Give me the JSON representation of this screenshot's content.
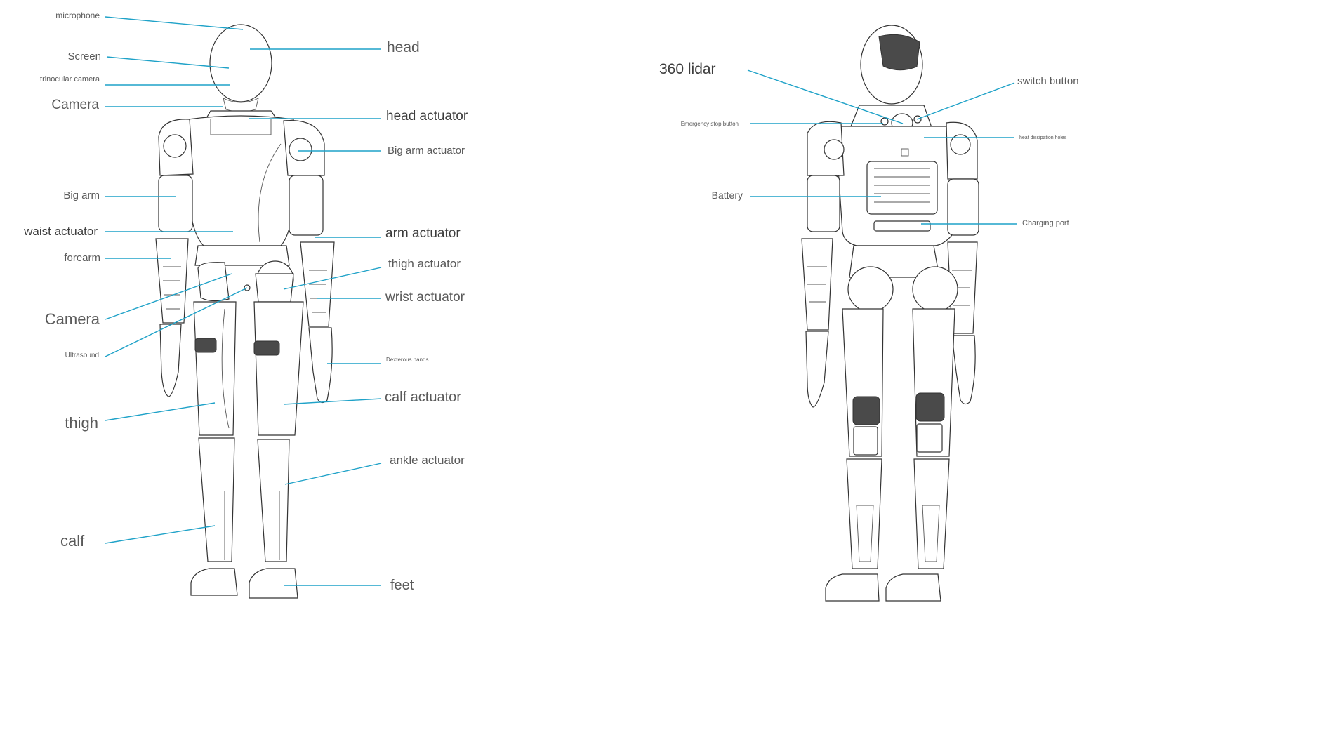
{
  "front_labels": {
    "microphone": "microphone",
    "screen": "Screen",
    "trinocular_camera": "trinocular camera",
    "camera_head": "Camera",
    "big_arm": "Big arm",
    "waist_actuator": "waist actuator",
    "forearm": "forearm",
    "camera_torso": "Camera",
    "ultrasound": "Ultrasound",
    "thigh": "thigh",
    "calf": "calf",
    "head": "head",
    "head_actuator": "head actuator",
    "big_arm_actuator": "Big arm actuator",
    "arm_actuator": "arm actuator",
    "thigh_actuator": "thigh actuator",
    "wrist_actuator": "wrist actuator",
    "dexterous_hands": "Dexterous hands",
    "calf_actuator": "calf actuator",
    "ankle_actuator": "ankle actuator",
    "feet": "feet"
  },
  "back_labels": {
    "lidar": "360 lidar",
    "emergency_stop": "Emergency stop button",
    "battery": "Battery",
    "switch_button": "switch button",
    "heat_dissipation": "heat dissipation holes",
    "charging_port": "Charging port"
  },
  "colors": {
    "leader_line": "#1fa2c8",
    "outline": "#333333",
    "label_text": "#5a5a5a"
  }
}
